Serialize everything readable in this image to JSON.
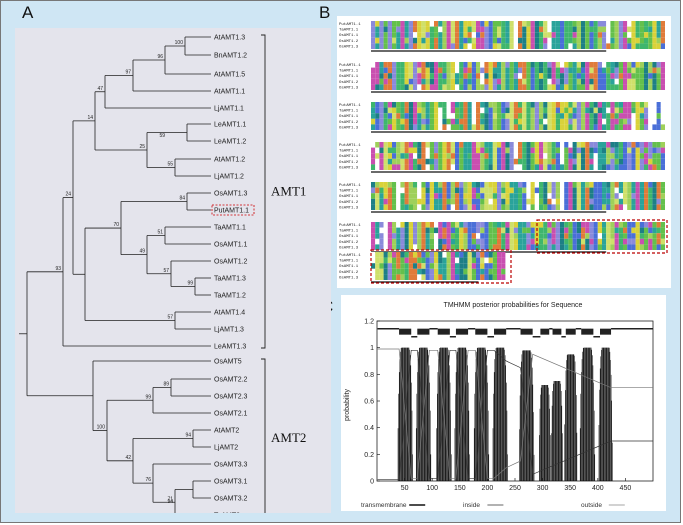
{
  "panel_labels": {
    "a": "A",
    "b": "B",
    "c": "C"
  },
  "tree": {
    "leaves": [
      "AtAMT1.3",
      "BnAMT1.2",
      "AtAMT1.5",
      "AtAMT1.1",
      "LjAMT1.1",
      "LeAMT1.1",
      "LeAMT1.2",
      "AtAMT1.2",
      "LjAMT1.2",
      "OsAMT1.3",
      "PutAMT1.1",
      "TaAMT1.1",
      "OsAMT1.1",
      "OsAMT1.2",
      "TaAMT1.3",
      "TaAMT1.2",
      "AtAMT1.4",
      "LjAMT1.3",
      "LeAMT1.3",
      "OsAMT5",
      "OsAMT2.2",
      "OsAMT2.3",
      "OsAMT2.1",
      "AtAMT2",
      "LjAMT2",
      "OsAMT3.3",
      "OsAMT3.1",
      "OsAMT3.2",
      "TaAMT2"
    ],
    "bootstrap": [
      "100",
      "96",
      "97",
      "47",
      "14",
      "25",
      "55",
      "59",
      "24",
      "84",
      "70",
      "51",
      "49",
      "57",
      "99",
      "57",
      "93",
      "89",
      "99",
      "94",
      "100",
      "42",
      "76",
      "71",
      "94"
    ],
    "clades": [
      "AMT1",
      "AMT2"
    ],
    "highlight_leaf": "PutAMT1.1"
  },
  "alignment": {
    "sequence_names": [
      "PutAMT1.1",
      "TaAMT1.1",
      "OsAMT1.1",
      "OsAMT1.2",
      "OsAMT1.3"
    ],
    "colors": [
      "#2aa39a",
      "#3fb66d",
      "#64c04c",
      "#9fd05a",
      "#cfe06a",
      "#8a8adb",
      "#4a6fd8",
      "#d9d23a",
      "#e07b3a",
      "#c94fb0",
      "#ffffff",
      "#1d7f86"
    ]
  },
  "chart_data": {
    "type": "area",
    "title": "TMHMM posterior probabilities for Sequence",
    "xlabel": "",
    "ylabel": "probability",
    "xlim": [
      0,
      500
    ],
    "ylim": [
      0,
      1.2
    ],
    "x_ticks": [
      50,
      100,
      150,
      200,
      250,
      300,
      350,
      400,
      450
    ],
    "y_ticks": [
      0,
      0.2,
      0.4,
      0.6,
      0.8,
      1,
      1.2
    ],
    "grid": false,
    "legend": [
      "transmembrane",
      "inside",
      "outside"
    ],
    "legend_position": "bottom",
    "series": [
      {
        "name": "transmembrane",
        "helices": [
          [
            40,
            62,
            1.0
          ],
          [
            73,
            95,
            1.0
          ],
          [
            110,
            132,
            1.0
          ],
          [
            143,
            165,
            1.0
          ],
          [
            178,
            200,
            1.0
          ],
          [
            212,
            234,
            1.0
          ],
          [
            260,
            282,
            0.98
          ],
          [
            296,
            312,
            0.72
          ],
          [
            318,
            334,
            0.75
          ],
          [
            342,
            360,
            0.95
          ],
          [
            370,
            392,
            1.0
          ],
          [
            404,
            424,
            1.0
          ]
        ]
      },
      {
        "name": "inside",
        "values": [
          [
            1,
            0.01
          ],
          [
            40,
            0.01
          ],
          [
            62,
            0.98
          ],
          [
            73,
            0.98
          ],
          [
            95,
            0.02
          ],
          [
            110,
            0.02
          ],
          [
            132,
            0.98
          ],
          [
            143,
            0.98
          ],
          [
            165,
            0.02
          ],
          [
            178,
            0.02
          ],
          [
            200,
            0.98
          ],
          [
            212,
            0.98
          ],
          [
            234,
            0.9
          ],
          [
            260,
            0.85
          ],
          [
            282,
            0.05
          ],
          [
            424,
            0.3
          ],
          [
            500,
            0.3
          ]
        ]
      },
      {
        "name": "outside",
        "values": [
          [
            1,
            0.99
          ],
          [
            40,
            0.99
          ],
          [
            62,
            0.02
          ],
          [
            73,
            0.02
          ],
          [
            95,
            0.98
          ],
          [
            110,
            0.98
          ],
          [
            132,
            0.02
          ],
          [
            143,
            0.02
          ],
          [
            165,
            0.98
          ],
          [
            178,
            0.98
          ],
          [
            200,
            0.02
          ],
          [
            212,
            0.02
          ],
          [
            234,
            0.1
          ],
          [
            260,
            0.15
          ],
          [
            282,
            0.95
          ],
          [
            424,
            0.7
          ],
          [
            500,
            0.7
          ]
        ]
      }
    ],
    "topology_bar": [
      [
        1,
        40,
        "out"
      ],
      [
        40,
        62,
        "tm"
      ],
      [
        62,
        73,
        "in"
      ],
      [
        73,
        95,
        "tm"
      ],
      [
        95,
        110,
        "out"
      ],
      [
        110,
        132,
        "tm"
      ],
      [
        132,
        143,
        "in"
      ],
      [
        143,
        165,
        "tm"
      ],
      [
        165,
        178,
        "out"
      ],
      [
        178,
        200,
        "tm"
      ],
      [
        200,
        212,
        "in"
      ],
      [
        212,
        234,
        "tm"
      ],
      [
        234,
        260,
        "out"
      ],
      [
        260,
        282,
        "tm"
      ],
      [
        282,
        296,
        "in"
      ],
      [
        296,
        312,
        "tm"
      ],
      [
        312,
        318,
        "out"
      ],
      [
        318,
        334,
        "tm"
      ],
      [
        334,
        342,
        "in"
      ],
      [
        342,
        360,
        "tm"
      ],
      [
        360,
        370,
        "out"
      ],
      [
        370,
        392,
        "tm"
      ],
      [
        392,
        404,
        "in"
      ],
      [
        404,
        424,
        "tm"
      ],
      [
        424,
        500,
        "out"
      ]
    ]
  }
}
